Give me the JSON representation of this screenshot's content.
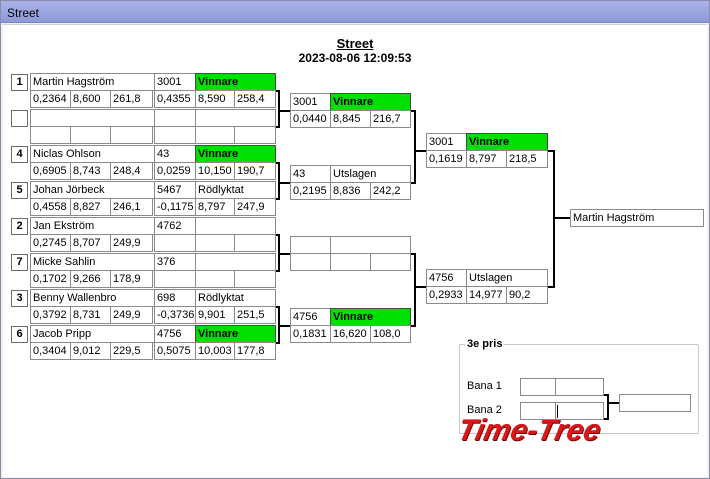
{
  "window": {
    "title": "Street"
  },
  "header": {
    "title": "Street",
    "timestamp": "2023-08-06 12:09:53"
  },
  "seeds": [
    "1",
    "",
    "4",
    "5",
    "2",
    "7",
    "3",
    "6"
  ],
  "entrants": [
    {
      "name": "Martin Hagström",
      "rt": "0,2364",
      "et": "8,600",
      "speed": "261,8"
    },
    {
      "name": "",
      "rt": "",
      "et": "",
      "speed": ""
    },
    {
      "name": "Niclas  Ohlson",
      "rt": "0,6905",
      "et": "8,743",
      "speed": "248,4"
    },
    {
      "name": "Johan Jörbeck",
      "rt": "0,4558",
      "et": "8,827",
      "speed": "246,1"
    },
    {
      "name": "Jan  Ekström",
      "rt": "0,2745",
      "et": "8,707",
      "speed": "249,9"
    },
    {
      "name": "Micke Sahlin",
      "rt": "0,1702",
      "et": "9,266",
      "speed": "178,9"
    },
    {
      "name": "Benny Wallenbro",
      "rt": "0,3792",
      "et": "8,731",
      "speed": "249,9"
    },
    {
      "name": "Jacob Pripp",
      "rt": "0,3404",
      "et": "9,012",
      "speed": "229,5"
    }
  ],
  "round1": [
    {
      "num": "3001",
      "status": "Vinnare",
      "rt": "0,4355",
      "et": "8,590",
      "speed": "258,4",
      "win": true
    },
    {
      "num": "",
      "status": "",
      "rt": "",
      "et": "",
      "speed": "",
      "win": false
    },
    {
      "num": "43",
      "status": "Vinnare",
      "rt": "0,0259",
      "et": "10,150",
      "speed": "190,7",
      "win": true
    },
    {
      "num": "5467",
      "status": "Rödlyktat",
      "rt": "-0,1175",
      "et": "8,797",
      "speed": "247,9",
      "win": false
    },
    {
      "num": "4762",
      "status": "",
      "rt": "",
      "et": "",
      "speed": "",
      "win": false
    },
    {
      "num": "376",
      "status": "",
      "rt": "",
      "et": "",
      "speed": "",
      "win": false
    },
    {
      "num": "698",
      "status": "Rödlyktat",
      "rt": "-0,3736",
      "et": "9,901",
      "speed": "251,5",
      "win": false
    },
    {
      "num": "4756",
      "status": "Vinnare",
      "rt": "0,5075",
      "et": "10,003",
      "speed": "177,8",
      "win": true
    }
  ],
  "round2": [
    {
      "num": "3001",
      "status": "Vinnare",
      "rt": "0,0440",
      "et": "8,845",
      "speed": "216,7",
      "win": true
    },
    {
      "num": "43",
      "status": "Utslagen",
      "rt": "0,2195",
      "et": "8,836",
      "speed": "242,2",
      "win": false
    },
    {
      "num": "",
      "status": "",
      "rt": "",
      "et": "",
      "speed": "",
      "win": false
    },
    {
      "num": "4756",
      "status": "Vinnare",
      "rt": "0,1831",
      "et": "16,620",
      "speed": "108,0",
      "win": true
    }
  ],
  "round3": [
    {
      "num": "3001",
      "status": "Vinnare",
      "rt": "0,1619",
      "et": "8,797",
      "speed": "218,5",
      "win": true
    },
    {
      "num": "4756",
      "status": "Utslagen",
      "rt": "0,2933",
      "et": "14,977",
      "speed": "90,2",
      "win": false
    }
  ],
  "final": {
    "winner": "Martin Hagström"
  },
  "third_place": {
    "title": "3e pris",
    "lanes": [
      {
        "label": "Bana 1",
        "a": "",
        "b": ""
      },
      {
        "label": "Bana 2",
        "a": "",
        "b": ""
      }
    ],
    "result": ""
  },
  "logo": {
    "text": "Time-Tree"
  },
  "colors": {
    "winner": "#00e000",
    "logo": "#d81818"
  }
}
